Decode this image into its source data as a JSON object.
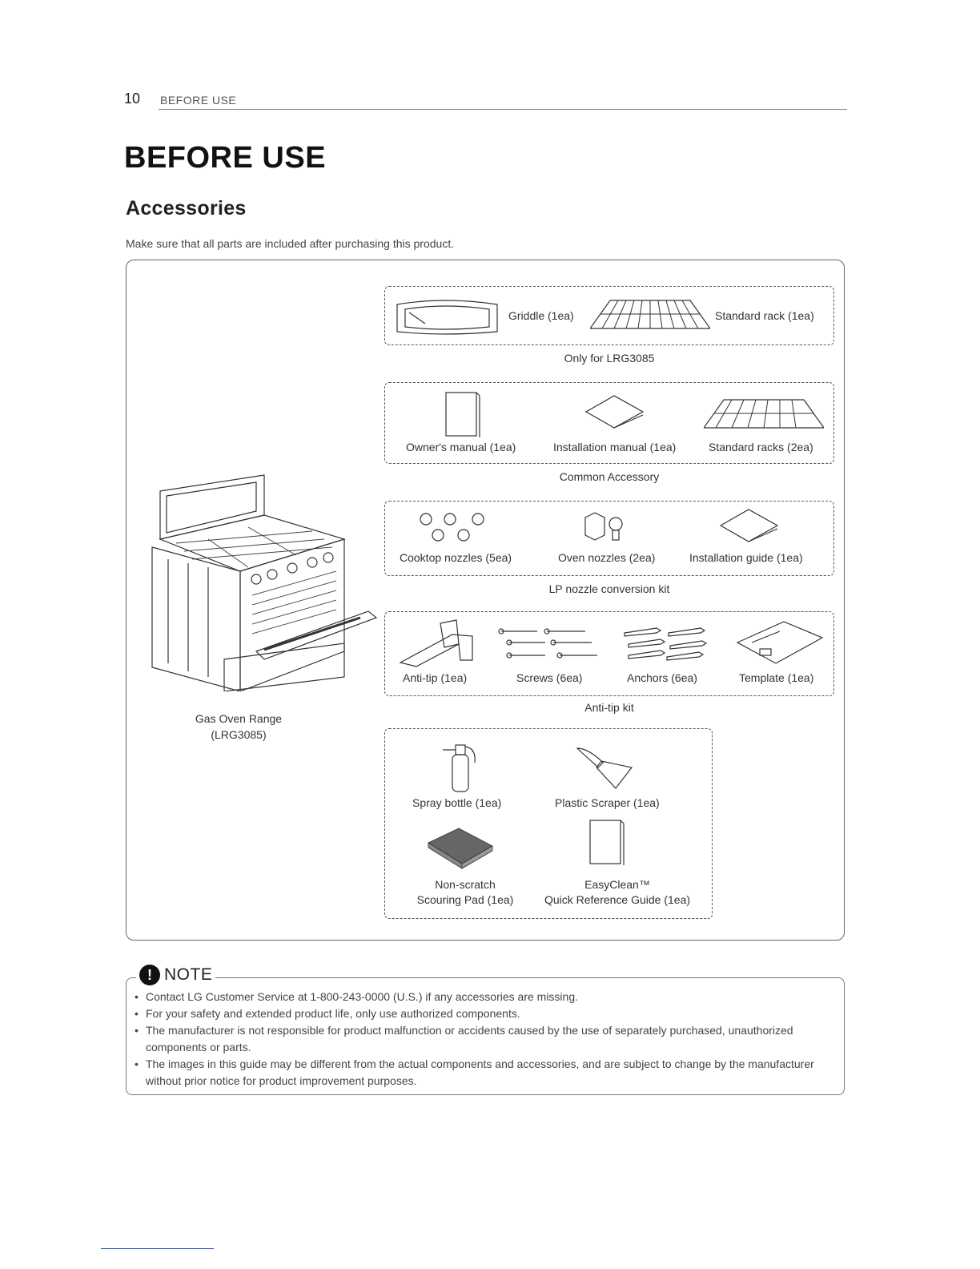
{
  "header": {
    "page_number": "10",
    "section": "BEFORE USE"
  },
  "title": "BEFORE USE",
  "subtitle": "Accessories",
  "intro": "Make sure that all parts are included after purchasing this product.",
  "range": {
    "name": "Gas Oven Range",
    "model": "(LRG3085)"
  },
  "groups": {
    "lrg3085": {
      "caption": "Only for LRG3085",
      "items": [
        "Griddle (1ea)",
        "Standard rack (1ea)"
      ]
    },
    "common": {
      "caption": "Common Accessory",
      "items": [
        "Owner's manual (1ea)",
        "Installation manual (1ea)",
        "Standard racks (2ea)"
      ]
    },
    "lp": {
      "caption": "LP nozzle conversion kit",
      "items": [
        "Cooktop nozzles (5ea)",
        "Oven nozzles (2ea)",
        "Installation guide (1ea)"
      ]
    },
    "antitip": {
      "caption": "Anti-tip kit",
      "items": [
        "Anti-tip (1ea)",
        "Screws (6ea)",
        "Anchors (6ea)",
        "Template (1ea)"
      ]
    },
    "misc": {
      "spray": "Spray bottle (1ea)",
      "scraper": "Plastic Scraper (1ea)",
      "pad_line1": "Non-scratch",
      "pad_line2": "Scouring Pad (1ea)",
      "guide_line1": "EasyClean™",
      "guide_line2": "Quick Reference Guide (1ea)"
    }
  },
  "note": {
    "icon": "!",
    "title": "NOTE",
    "items": [
      "Contact LG Customer Service at 1-800-243-0000 (U.S.) if any accessories are missing.",
      "For your safety and extended product life, only use authorized components.",
      "The manufacturer is not responsible for product malfunction or accidents caused by the use of separately purchased, unauthorized components or parts.",
      "The images in this guide may be different from the actual components and accessories, and are subject to change by the manufacturer without prior notice for product improvement purposes."
    ]
  },
  "icons": [
    "oven-range-icon",
    "griddle-icon",
    "rack-icon",
    "manual-icon",
    "installation-manual-icon",
    "nozzle-icon",
    "anti-tip-bracket-icon",
    "screw-icon",
    "anchor-icon",
    "template-icon",
    "spray-bottle-icon",
    "scraper-icon",
    "scouring-pad-icon",
    "warning-icon"
  ]
}
